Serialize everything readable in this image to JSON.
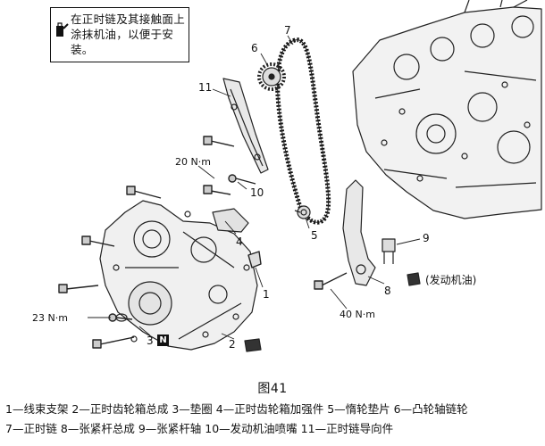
{
  "note": {
    "text_line1": "在正时链及其接触面上",
    "text_line2": "涂抹机油，以便于安装。",
    "icon": "oil-can-icon"
  },
  "labels": {
    "n1": "1",
    "n2": "2",
    "n3": "3",
    "n4": "4",
    "n5": "5",
    "n6": "6",
    "n7": "7",
    "n8": "8",
    "n9": "9",
    "n10": "10",
    "n11": "11",
    "torque20": "20 N·m",
    "torque23": "23 N·m",
    "torque40": "40 N·m",
    "oil_note": "(发动机油)",
    "badge_n": "N"
  },
  "figure": {
    "caption": "图41"
  },
  "legend": {
    "row1": "1—线束支架   2—正时齿轮箱总成   3—垫圈   4—正时齿轮箱加强件   5—惰轮垫片   6—凸轮轴链轮",
    "row2": "7—正时链   8—张紧杆总成   9—张紧杆轴   10—发动机油喷嘴   11—正时链导向件"
  }
}
